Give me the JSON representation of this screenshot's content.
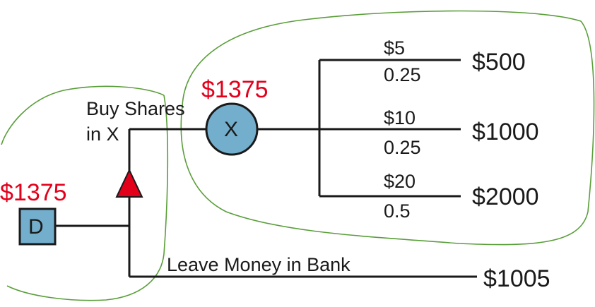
{
  "decision_node": {
    "letter": "D",
    "value": "$1375"
  },
  "chance_node": {
    "letter": "X",
    "value": "$1375"
  },
  "branches": {
    "buy": {
      "label_line1": "Buy Shares",
      "label_line2": "in X"
    },
    "leave": {
      "label": "Leave Money in Bank",
      "outcome": "$1005"
    }
  },
  "outcomes": [
    {
      "price": "$5",
      "prob": "0.25",
      "payoff": "$500"
    },
    {
      "price": "$10",
      "prob": "0.25",
      "payoff": "$1000"
    },
    {
      "price": "$20",
      "prob": "0.5",
      "payoff": "$2000"
    }
  ],
  "colors": {
    "node_fill": "#74aecd",
    "value_text": "#e3001b",
    "triangle": "#e3001b",
    "annotation_loop": "#5a9e3a",
    "line": "#1a1a1a"
  }
}
